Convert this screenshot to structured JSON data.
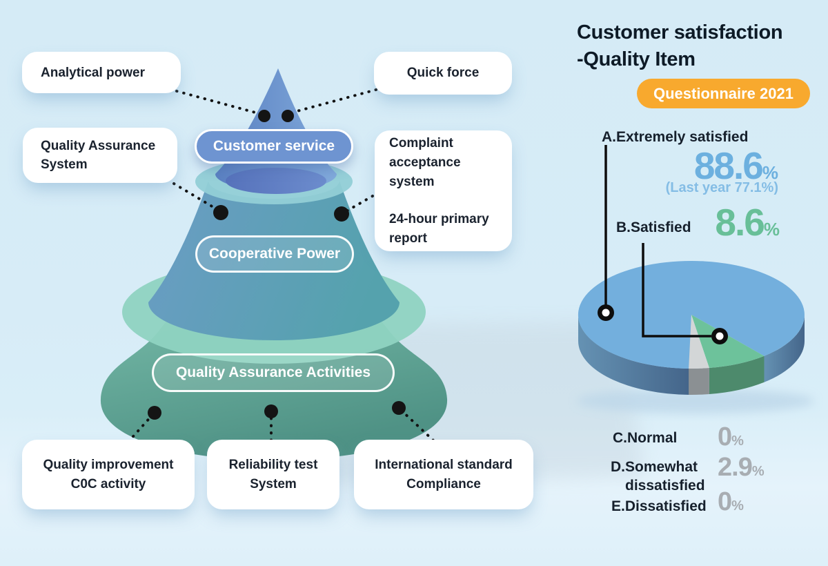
{
  "panel": {
    "title": [
      "Customer satisfaction",
      "-Quality Item"
    ],
    "badge": "Questionnaire 2021",
    "satisfaction": {
      "a_label": "A.Extremely satisfied",
      "a_value": "88.6",
      "a_unit": "%",
      "a_note": "(Last year 77.1%)",
      "b_label": "B.Satisfied",
      "b_value": "8.6",
      "b_unit": "%",
      "c_label": "C.Normal",
      "c_value": "0",
      "c_unit": "%",
      "d_label": [
        "D.Somewhat",
        "dissatisfied"
      ],
      "d_value": "2.9",
      "d_unit": "%",
      "e_label": "E.Dissatisfied",
      "e_value": "0",
      "e_unit": "%"
    }
  },
  "cone": {
    "tiers": {
      "top": "Customer service",
      "middle": "Cooperative Power",
      "bottom": "Quality Assurance Activities"
    },
    "callouts": {
      "analytical": "Analytical power",
      "quick": "Quick force",
      "qa_system": [
        "Quality Assurance",
        "System"
      ],
      "complaint": [
        "Complaint",
        "acceptance",
        "system"
      ],
      "report": [
        "24-hour primary",
        "report"
      ],
      "quality_improvement": [
        "Quality improvement",
        "C0C activity"
      ],
      "reliability": [
        "Reliability test",
        "System"
      ],
      "international": [
        "International standard",
        "Compliance"
      ]
    }
  },
  "chart_data": {
    "type": "pie",
    "style": "3d",
    "title": "Customer satisfaction -Quality Item",
    "subtitle": "Questionnaire 2021",
    "labels": [
      "A.Extremely satisfied",
      "B.Satisfied",
      "C.Normal",
      "D.Somewhat dissatisfied",
      "E.Dissatisfied"
    ],
    "values": [
      88.6,
      8.6,
      0,
      2.9,
      0
    ],
    "unit": "%",
    "note_a": "(Last year 77.1%)",
    "start_angle_deg": 91,
    "legend_position": "right-panel",
    "colors": [
      "#73afdd",
      "#6dc29b",
      "#d3d6d7",
      "#d3d6d7",
      "#d3d6d7"
    ],
    "side_colors": [
      "url(#pieSideBlue)",
      "#4d8a6c",
      "#8b9093",
      "#8b9093",
      "#8b9093"
    ]
  },
  "colors": {
    "background": "#d7ecf7",
    "badge": "#f8a92e",
    "text_dark": "#16202c",
    "value_blue": "#6cb0df",
    "note_blue": "#84bde5",
    "value_green": "#68bf98",
    "value_gray": "#a8adb2",
    "cone_top": "#6a93cc",
    "cone_middle": "#5f9db8",
    "cone_bottom": "#62a998",
    "pill_blue": "#6e94d1"
  }
}
